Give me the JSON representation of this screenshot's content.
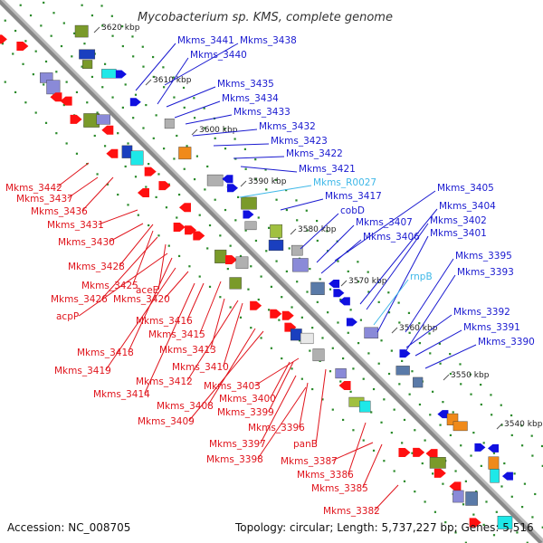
{
  "title": "Mycobacterium sp. KMS, complete genome",
  "footer": {
    "accession": "Accession: NC_008705",
    "summary": "Topology: circular; Length: 5,737,227 bp; Genes: 5,516"
  },
  "colors": {
    "plus_label": "#1a1ad0",
    "minus_label": "#e0141c",
    "rna_label": "#3fb8e8",
    "backbone": "#888888",
    "plus_gene": "#1010e0",
    "minus_gene": "#ff1010",
    "dots": "#2a8a2a"
  },
  "ticks": [
    "3620 kbp",
    "3610 kbp",
    "3600 kbp",
    "3590 kbp",
    "3580 kbp",
    "3570 kbp",
    "3560 kbp",
    "3550 kbp",
    "3540 kbp"
  ],
  "labels_right": [
    "Mkms_3441",
    "Mkms_3438",
    "Mkms_3440",
    "Mkms_3435",
    "Mkms_3434",
    "Mkms_3433",
    "Mkms_3432",
    "Mkms_3423",
    "Mkms_3422",
    "Mkms_3421",
    "Mkms_R0027",
    "Mkms_3417",
    "cobD",
    "Mkms_3407",
    "Mkms_3406",
    "Mkms_3405",
    "Mkms_3404",
    "Mkms_3402",
    "Mkms_3401",
    "rnpB",
    "Mkms_3395",
    "Mkms_3393",
    "Mkms_3392",
    "Mkms_3391",
    "Mkms_3390"
  ],
  "labels_left": [
    "Mkms_3442",
    "Mkms_3437",
    "Mkms_3436",
    "Mkms_3431",
    "Mkms_3430",
    "Mkms_3428",
    "Mkms_3425",
    "aceE",
    "Mkms_3426",
    "Mkms_3420",
    "acpP",
    "Mkms_3416",
    "Mkms_3415",
    "Mkms_3418",
    "Mkms_3413",
    "Mkms_3419",
    "Mkms_3410",
    "Mkms_3412",
    "Mkms_3414",
    "Mkms_3403",
    "Mkms_3400",
    "Mkms_3408",
    "Mkms_3399",
    "Mkms_3409",
    "Mkms_3396",
    "Mkms_3397",
    "Mkms_3398",
    "panB",
    "Mkms_3387",
    "Mkms_3386",
    "Mkms_3385",
    "Mkms_3382"
  ]
}
